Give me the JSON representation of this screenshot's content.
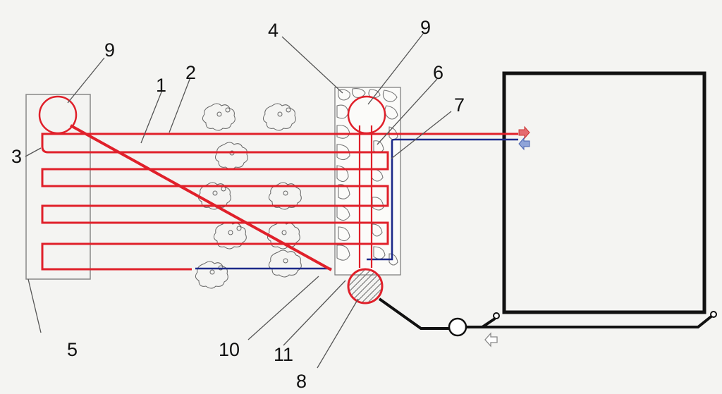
{
  "labels": {
    "l1": "1",
    "l2": "2",
    "l3": "3",
    "l4": "4",
    "l5": "5",
    "l6": "6",
    "l7": "7",
    "l8": "8",
    "l9a": "9",
    "l9b": "9",
    "l10": "10",
    "l11": "11"
  },
  "colors": {
    "supply_pipe": "#e0202a",
    "return_pipe": "#1d2a8a",
    "outline": "#111111",
    "accent_arrow_supply": "#e56b70",
    "accent_arrow_return": "#8fa4d8"
  }
}
